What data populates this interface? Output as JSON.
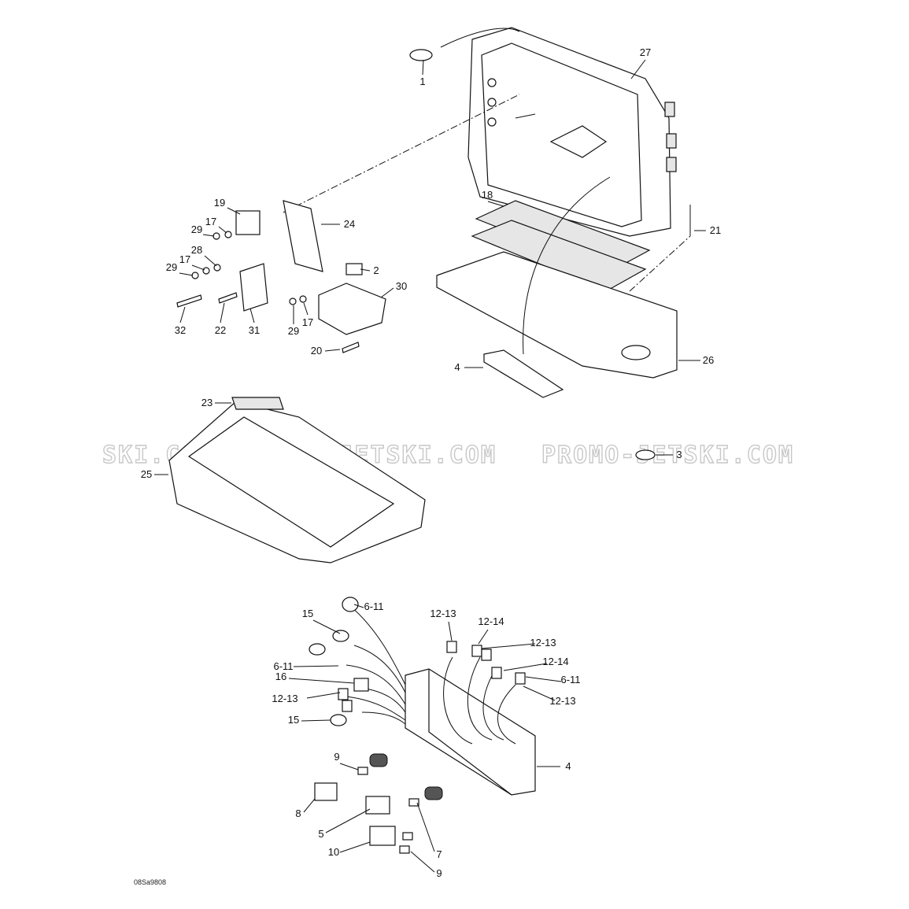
{
  "diagram": {
    "callouts": [
      "1",
      "27",
      "19",
      "17",
      "29",
      "24",
      "28",
      "17",
      "29",
      "2",
      "30",
      "32",
      "22",
      "31",
      "29",
      "17",
      "20",
      "18",
      "21",
      "4",
      "26",
      "23",
      "25",
      "3",
      "15",
      "6-11",
      "12-13",
      "12-14",
      "12-13",
      "12-14",
      "6-11",
      "12-13",
      "6-11",
      "16",
      "12-13",
      "15",
      "4",
      "9",
      "8",
      "5",
      "10",
      "7",
      "9"
    ],
    "drawing_code": "08Sa9808",
    "watermark": [
      "SKI.COM",
      "PROMO-JETSKI.COM",
      "PROMO-JETSKI.COM"
    ]
  }
}
